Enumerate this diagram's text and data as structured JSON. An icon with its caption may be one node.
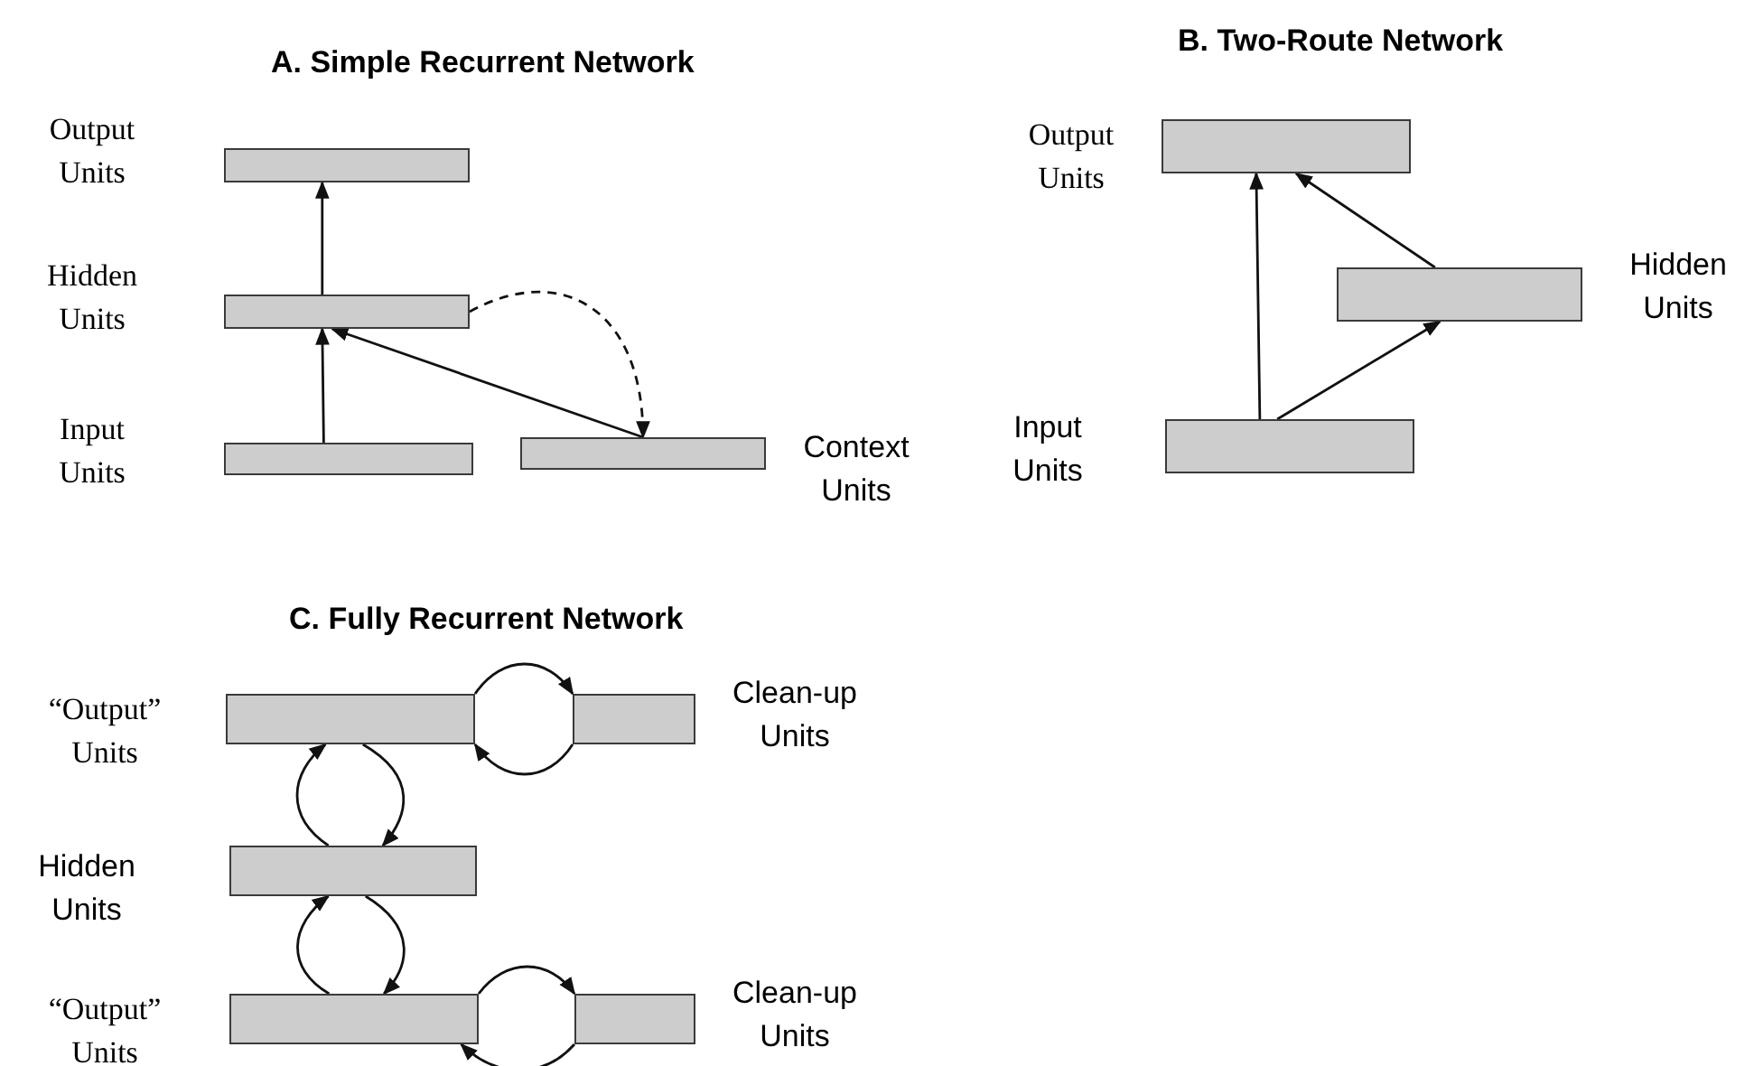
{
  "diagram": {
    "nodes": [
      {
        "text": [],
        "shape": "bar",
        "beside": [
          "Output Units"
        ]
      },
      {
        "text": [],
        "shape": "bar",
        "beside": [
          "Hidden Units"
        ]
      },
      {
        "text": [],
        "shape": "bar",
        "beside": [
          "Input Units"
        ]
      },
      {
        "text": [],
        "shape": "bar",
        "beside": [
          "Context Units"
        ]
      },
      {
        "text": [],
        "shape": "bar",
        "beside": [
          "Output Units"
        ]
      },
      {
        "text": [],
        "shape": "bar",
        "beside": [
          "Hidden Units"
        ]
      },
      {
        "text": [],
        "shape": "bar",
        "beside": [
          "Input Units"
        ]
      },
      {
        "text": [],
        "shape": "bar",
        "beside": [
          "“Output” Units"
        ]
      },
      {
        "text": [],
        "shape": "bar",
        "beside": [
          "Clean-up Units"
        ]
      },
      {
        "text": [],
        "shape": "bar",
        "beside": [
          "Hidden Units"
        ]
      },
      {
        "text": [],
        "shape": "bar",
        "beside": [
          "“Output” Units"
        ]
      },
      {
        "text": [],
        "shape": "bar",
        "beside": [
          "Clean-up Units"
        ]
      }
    ],
    "edges": [
      {
        "from": 1,
        "to": 0,
        "arrow": "to"
      },
      {
        "from": 2,
        "to": 1,
        "arrow": "to"
      },
      {
        "from": 3,
        "to": 1,
        "arrow": "to"
      },
      {
        "from": 1,
        "to": 3,
        "arrow": "to",
        "style": "dashed"
      },
      {
        "from": 6,
        "to": 4,
        "arrow": "to"
      },
      {
        "from": 5,
        "to": 4,
        "arrow": "to"
      },
      {
        "from": 6,
        "to": 5,
        "arrow": "to"
      },
      {
        "from": 7,
        "to": 8,
        "arrow": "to"
      },
      {
        "from": 8,
        "to": 7,
        "arrow": "to"
      },
      {
        "from": 7,
        "to": 9,
        "arrow": "to"
      },
      {
        "from": 9,
        "to": 7,
        "arrow": "to"
      },
      {
        "from": 9,
        "to": 10,
        "arrow": "to"
      },
      {
        "from": 10,
        "to": 9,
        "arrow": "to"
      },
      {
        "from": 10,
        "to": 11,
        "arrow": "to"
      },
      {
        "from": 11,
        "to": 10,
        "arrow": "to"
      }
    ],
    "labels": [
      "A. Simple Recurrent Network",
      "B. Two-Route Network",
      "C. Fully Recurrent Network"
    ]
  }
}
